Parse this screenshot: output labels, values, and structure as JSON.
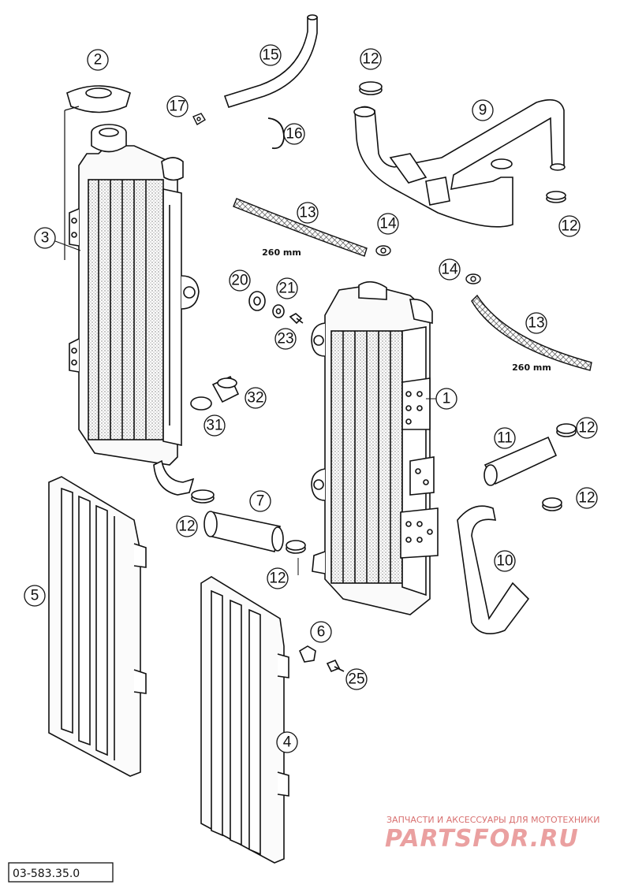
{
  "callouts": {
    "c1": "1",
    "c2": "2",
    "c3": "3",
    "c4": "4",
    "c5": "5",
    "c6": "6",
    "c7": "7",
    "c9": "9",
    "c10": "10",
    "c11": "11",
    "c12a": "12",
    "c12b": "12",
    "c12c": "12",
    "c12d": "12",
    "c12e": "12",
    "c12f": "12",
    "c13a": "13",
    "c13b": "13",
    "c14a": "14",
    "c14b": "14",
    "c15": "15",
    "c16": "16",
    "c17": "17",
    "c20": "20",
    "c21": "21",
    "c23": "23",
    "c25": "25",
    "c31": "31",
    "c32": "32"
  },
  "dimensions": {
    "hose_top": "260 mm",
    "hose_right": "260 mm"
  },
  "watermark": {
    "tagline": "ЗАПЧАСТИ И АКСЕССУАРЫ ДЛЯ МОТОТЕХНИКИ",
    "brand": "PARTSFOR.RU"
  },
  "part_code": "03-583.35.0",
  "colors": {
    "line": "#111111",
    "fill": "#f4f4f4",
    "hatch": "#555555",
    "watermark": "#e07070"
  }
}
